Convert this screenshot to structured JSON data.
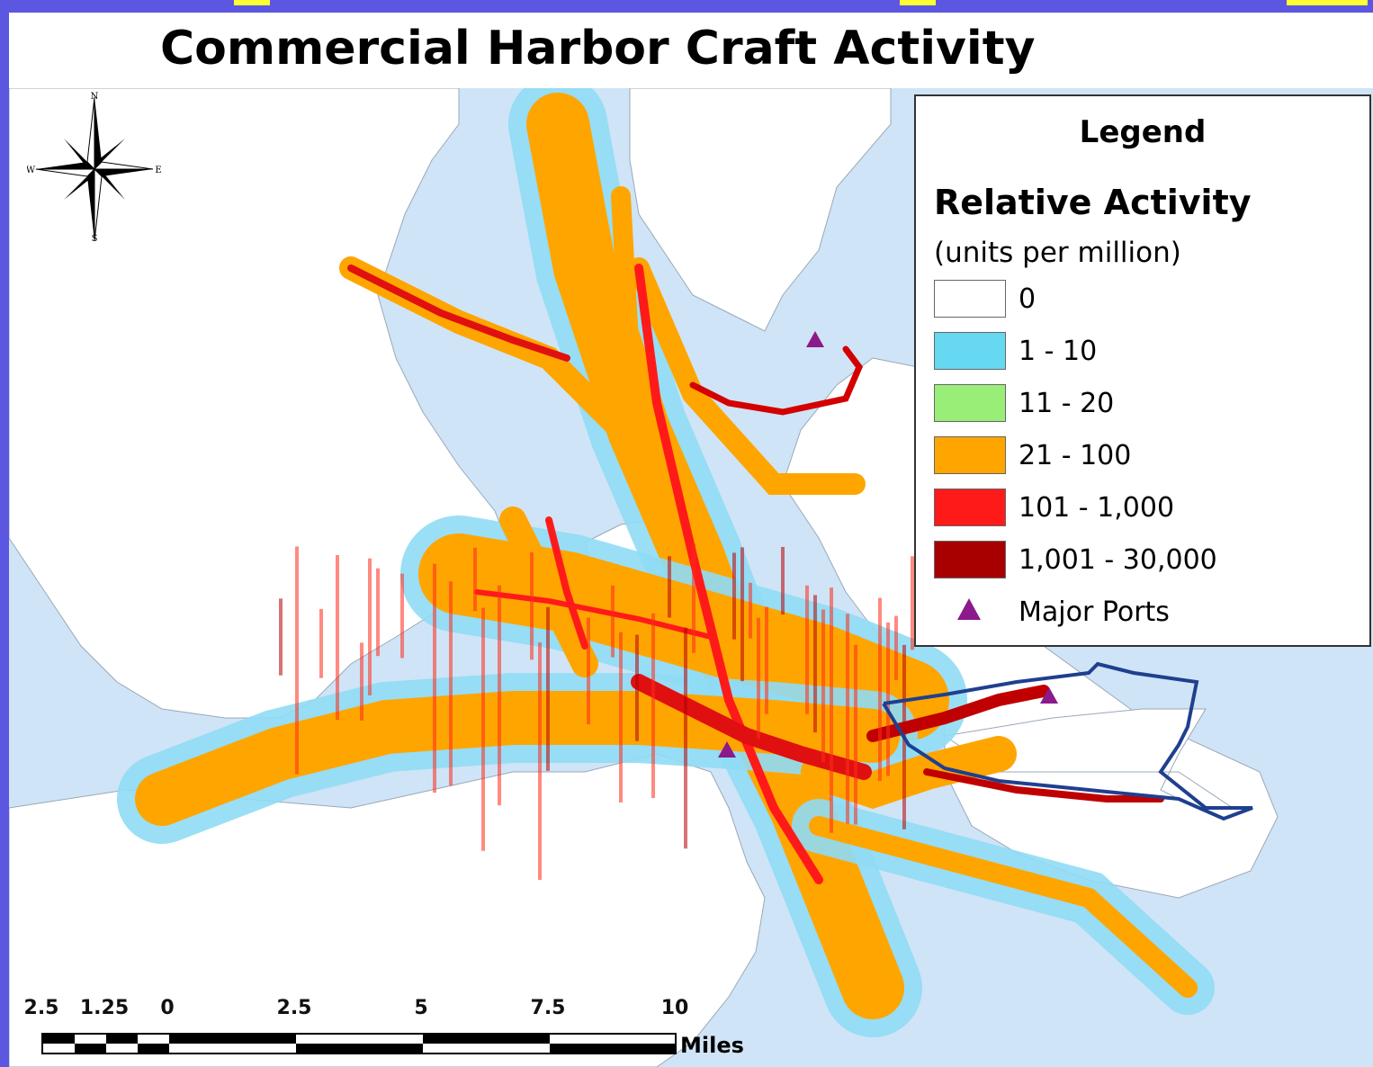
{
  "title": "Commercial Harbor Craft Activity",
  "legend": {
    "heading": "Legend",
    "subheading": "Relative Activity",
    "units": "(units per million)",
    "classes": [
      {
        "label": "0",
        "color": "#ffffff"
      },
      {
        "label": "1 - 10",
        "color": "#66d8f2"
      },
      {
        "label": "11 - 20",
        "color": "#99ee77"
      },
      {
        "label": "21 - 100",
        "color": "#ffa500"
      },
      {
        "label": "101 - 1,000",
        "color": "#ff1a1a"
      },
      {
        "label": "1,001 - 30,000",
        "color": "#a80000"
      }
    ],
    "ports_label": "Major Ports",
    "port_color": "#8b1a8b"
  },
  "compass": {
    "n": "N",
    "s": "S",
    "e": "E",
    "w": "W"
  },
  "scale_bar": {
    "ticks": [
      "2.5",
      "1.25",
      "0",
      "2.5",
      "5",
      "7.5",
      "10"
    ],
    "unit": "Miles"
  },
  "colors": {
    "water": "#cfe4f6",
    "land": "#ffffff",
    "boundary": "#1f3f8f",
    "frame": "#5b57e0"
  }
}
